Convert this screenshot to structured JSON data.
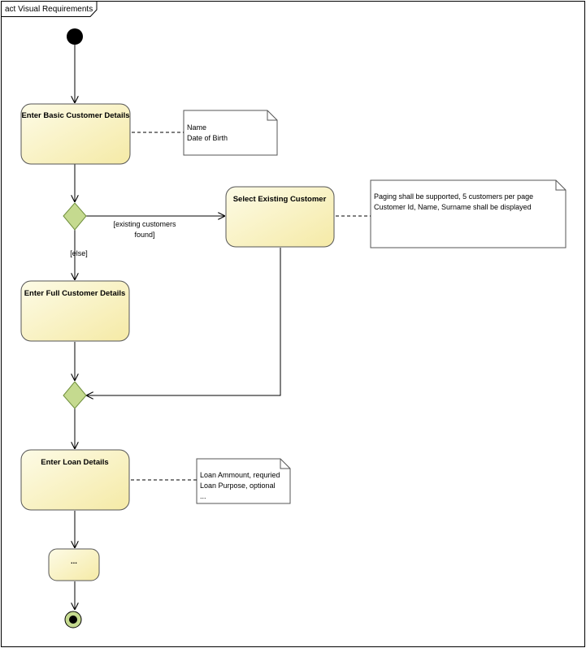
{
  "frame": {
    "title": "act Visual Requirements"
  },
  "actions": {
    "basic": "Enter Basic Customer Details",
    "select": "Select Existing Customer",
    "full": "Enter Full Customer Details",
    "loan": "Enter Loan Details",
    "more": "..."
  },
  "notes": {
    "basic": [
      "Name",
      "Date of Birth"
    ],
    "select": [
      "Paging shall be supported, 5 customers per page",
      "Customer Id, Name, Surname shall be displayed"
    ],
    "loan": [
      "Loan Ammount, requried",
      "Loan Purpose, optional",
      "..."
    ]
  },
  "guards": {
    "found_line1": "[existing customers",
    "found_line2": "found]",
    "else": "[else]"
  },
  "colors": {
    "action_fill_light": "#fdfbe6",
    "action_fill_dark": "#f5eaa6",
    "action_stroke": "#555555",
    "decision_fill": "#c5da8f",
    "decision_stroke": "#6f8f3c",
    "final_fill": "#c5da8f"
  }
}
